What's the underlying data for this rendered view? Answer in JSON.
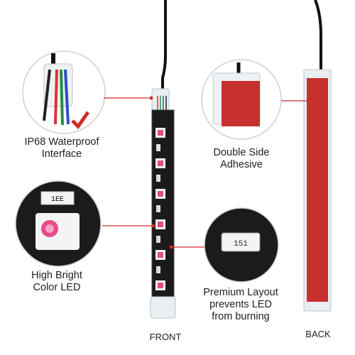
{
  "callouts": {
    "waterproof": {
      "line1": "IP68 Waterproof",
      "line2": "Interface"
    },
    "adhesive": {
      "line1": "Double Side",
      "line2": "Adhesive"
    },
    "bright": {
      "line1": "High Bright",
      "line2": "Color LED"
    },
    "layout": {
      "line1": "Premium Layout",
      "line2": "prevents LED",
      "line3": "from burning"
    }
  },
  "chip_marks": {
    "resistor_code": "151",
    "ic_code": "1EE"
  },
  "views": {
    "front": "FRONT",
    "back": "BACK"
  },
  "colors": {
    "accent_red": "#d12b2b",
    "tape_red": "#c7302c",
    "strip_black": "#1b1b1b",
    "led_pink": "#e84a8a"
  }
}
